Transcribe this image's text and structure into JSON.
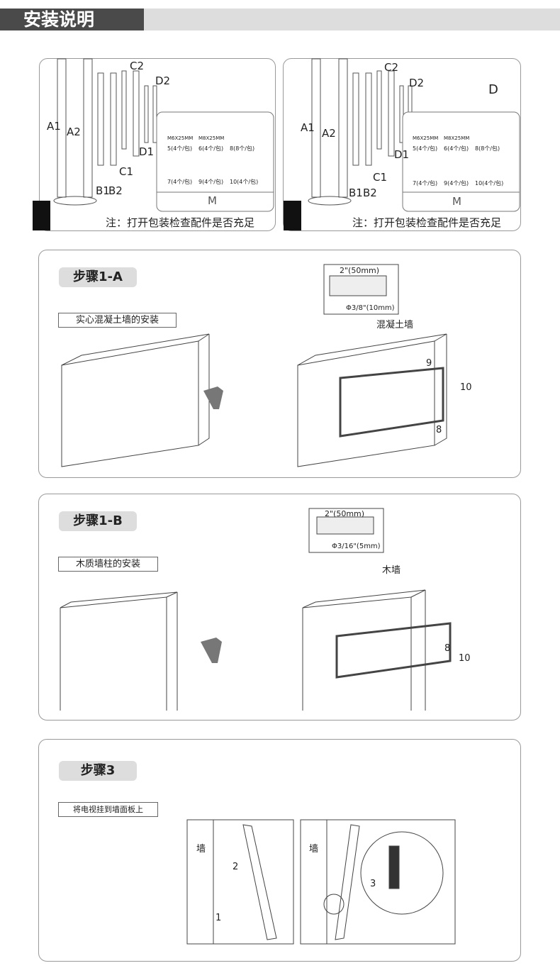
{
  "header": {
    "title": "安装说明"
  },
  "parts": {
    "labels": [
      "A1",
      "A2",
      "B1",
      "B2",
      "C1",
      "C2",
      "D1",
      "D2"
    ],
    "panel2_extra": "D",
    "hardware": [
      {
        "spec": "M6X25MM",
        "qty": "5(4个/包)"
      },
      {
        "spec": "M8X25MM",
        "qty": "6(4个/包)"
      },
      {
        "spec": "",
        "qty": "8(8个/包)"
      },
      {
        "spec": "",
        "qty": "7(4个/包)"
      },
      {
        "spec": "",
        "qty": "9(4个/包)"
      },
      {
        "spec": "",
        "qty": "10(4个/包)"
      }
    ],
    "kit_label": "M",
    "note": "注：打开包装检查配件是否充足"
  },
  "step1a": {
    "title": "步骤1-A",
    "subtitle": "实心混凝土墙的安装",
    "depth": "2\"(50mm)",
    "diameter": "Φ3/8\"(10mm)",
    "wall": "混凝土墙",
    "callouts": [
      "9",
      "10",
      "8"
    ]
  },
  "step1b": {
    "title": "步骤1-B",
    "subtitle": "木质墙柱的安装",
    "depth": "2\"(50mm)",
    "diameter": "Φ3/16\"(5mm)",
    "wall": "木墙",
    "callouts": [
      "8",
      "10"
    ]
  },
  "step3": {
    "title": "步骤3",
    "subtitle": "将电视挂到墙面板上",
    "wall1": "墙",
    "wall2": "墙",
    "callouts": [
      "2",
      "1",
      "3"
    ]
  }
}
